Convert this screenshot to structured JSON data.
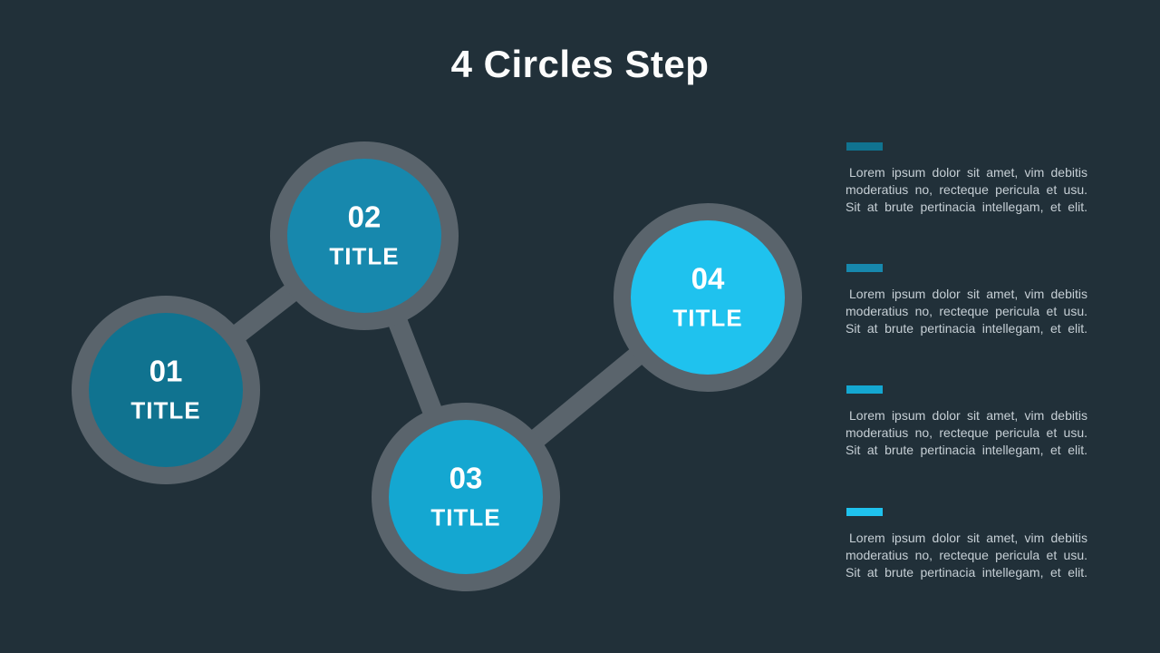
{
  "slide": {
    "title": "4 Circles Step",
    "background_color": "#213039",
    "title_color": "#fcfcfc",
    "connector_color": "#5a646c"
  },
  "steps": [
    {
      "number": "01",
      "label": "TITLE",
      "color": "#107390"
    },
    {
      "number": "02",
      "label": "TITLE",
      "color": "#1788ad"
    },
    {
      "number": "03",
      "label": "TITLE",
      "color": "#14a7d1"
    },
    {
      "number": "04",
      "label": "TITLE",
      "color": "#1fc2ee"
    }
  ],
  "text_blocks": [
    {
      "accent_color": "#107390",
      "lines": [
        "Lorem ipsum dolor sit amet, vim debitis",
        "moderatius no, recteque pericula et usu.",
        "Sit at brute pertinacia intellegam, et elit."
      ]
    },
    {
      "accent_color": "#1788ad",
      "lines": [
        "Lorem ipsum dolor sit amet, vim debitis",
        "moderatius no, recteque pericula et usu.",
        "Sit at brute pertinacia intellegam, et elit."
      ]
    },
    {
      "accent_color": "#14a7d1",
      "lines": [
        "Lorem ipsum dolor sit amet, vim debitis",
        "moderatius no, recteque pericula et usu.",
        "Sit at brute pertinacia intellegam, et elit."
      ]
    },
    {
      "accent_color": "#1fc2ee",
      "lines": [
        "Lorem ipsum dolor sit amet, vim debitis",
        "moderatius no, recteque pericula et usu.",
        "Sit at brute pertinacia intellegam, et elit."
      ]
    }
  ]
}
